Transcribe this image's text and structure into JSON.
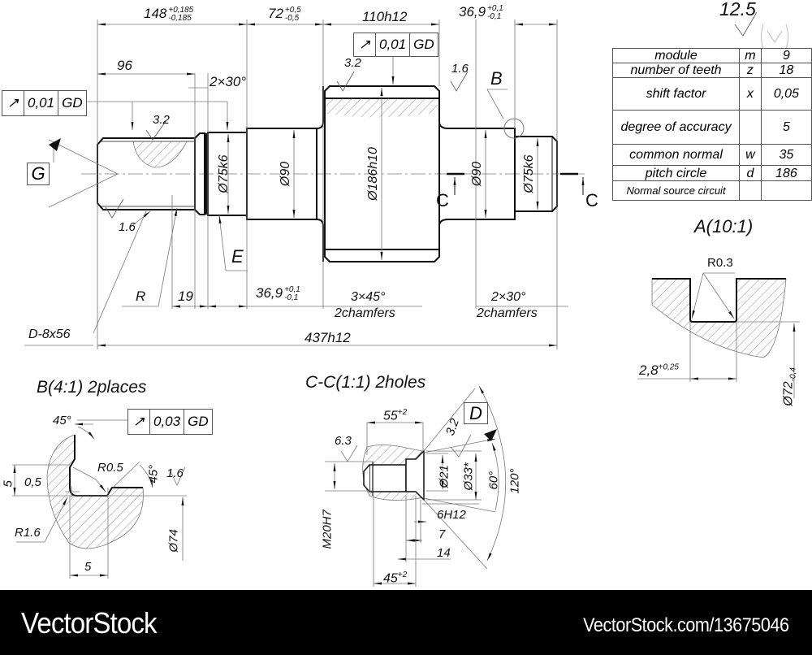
{
  "roughness": {
    "value": "12.5"
  },
  "gear_params": {
    "rows": [
      {
        "label": "module",
        "symbol": "m",
        "value": "9"
      },
      {
        "label": "number of teeth",
        "symbol": "z",
        "value": "18"
      },
      {
        "label": "shift factor",
        "symbol": "x",
        "value": "0,05"
      },
      {
        "label": "degree of accuracy",
        "symbol": "",
        "value": "5"
      },
      {
        "label": "common normal",
        "symbol": "w",
        "value": "35"
      },
      {
        "label": "pitch circle",
        "symbol": "d",
        "value": "186"
      },
      {
        "label": "Normal source circuit",
        "symbol": "",
        "value": ""
      }
    ]
  },
  "main_view": {
    "dims_top": {
      "d148": {
        "base": "148",
        "upper": "+0,185",
        "lower": "-0,185"
      },
      "d72": {
        "base": "72",
        "upper": "+0,5",
        "lower": "-0,5"
      },
      "d110": "110h12",
      "d36_top": {
        "base": "36,9",
        "upper": "+0,1",
        "lower": "-0,1"
      },
      "d96": "96",
      "chamfer_left": "2×30°"
    },
    "tolerance_frames": [
      {
        "symbol": "runout-arrow",
        "value": "0,01",
        "datum": "GD"
      },
      {
        "symbol": "runout-arrow",
        "value": "0,01",
        "datum": "GD"
      }
    ],
    "roughness_marks": [
      "3.2",
      "3.2",
      "1.6",
      "1.6"
    ],
    "labels": {
      "B": "B",
      "G": "G",
      "E": "E",
      "C_left": "C",
      "C_right": "C"
    },
    "diameters": {
      "left_journal": "Ø75k6",
      "left_shoulder": "Ø90",
      "gear": "Ø186h10",
      "right_shoulder": "Ø90",
      "right_journal": "Ø75k6"
    },
    "dims_bottom": {
      "R": "R",
      "d19": "19",
      "d36_bottom": {
        "base": "36,9",
        "upper": "+0,1",
        "lower": "-0,1"
      },
      "chamfer_mid": "3×45°",
      "chamfer_mid_note": "2chamfers",
      "chamfer_right": "2×30°",
      "chamfer_right_note": "2chamfers",
      "thread": "D-8x56",
      "overall": "437h12"
    }
  },
  "detail_a": {
    "title": "A(10:1)",
    "radius": "R0.3",
    "width": {
      "base": "2,8",
      "upper": "+0,25"
    },
    "diameter": {
      "base": "Ø72",
      "lower": "-0,4"
    }
  },
  "detail_b": {
    "title": "B(4:1) 2places",
    "frame": {
      "value": "0,03",
      "datum": "GD"
    },
    "angle_top": "45°",
    "angle_right": "45°",
    "radius_small": "R0.5",
    "radius_large": "R1.6",
    "roughness": "1.6",
    "dim_left_5": "5",
    "dim_05": "0,5",
    "dim_bottom_5": "5",
    "diameter": "Ø74"
  },
  "detail_cc": {
    "title": "C-C(1:1) 2holes",
    "d55": {
      "base": "55",
      "upper": "+2"
    },
    "d45": {
      "base": "45",
      "upper": "+2"
    },
    "roughness_63": "6.3",
    "roughness_32": "3.2",
    "datum": "D",
    "d21": "Ø21",
    "d33": "Ø33*",
    "angle_60": "60°",
    "angle_120": "120°",
    "thread": "M20H7",
    "d6h12": "6H12",
    "d7": "7",
    "d14": "14"
  },
  "footer": {
    "brand": "VectorStock",
    "url": "VectorStock.com/13675046"
  }
}
